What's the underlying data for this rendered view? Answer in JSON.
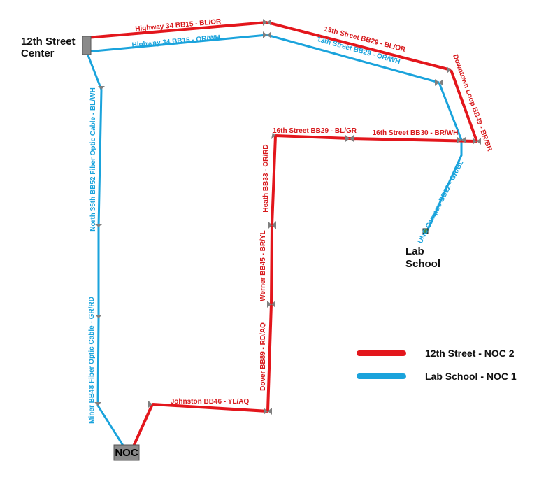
{
  "places": {
    "twelfth_street_line1": "12th Street",
    "twelfth_street_line2": "Center",
    "lab_school_line1": "Lab",
    "lab_school_line2": "School",
    "noc": "NOC"
  },
  "colors": {
    "red_route": "#e3161c",
    "blue_route": "#1aa3dc",
    "node_gray": "#8a8a8a",
    "marker_gray": "#7f7f7f"
  },
  "routes": [
    {
      "id": "red",
      "name": "12th Street - NOC 2"
    },
    {
      "id": "blue",
      "name": "Lab School - NOC 1"
    }
  ],
  "legend": [
    {
      "label": "12th Street - NOC 2",
      "color": "#e3161c"
    },
    {
      "label": "Lab School - NOC 1",
      "color": "#1aa3dc"
    }
  ],
  "segment_labels": [
    {
      "text": "Highway 34 BB15 - BL/OR",
      "route": "red"
    },
    {
      "text": "Highway 34 BB15 - OR/WH",
      "route": "blue"
    },
    {
      "text": "13th Street BB29 - BL/OR",
      "route": "red"
    },
    {
      "text": "13th Street BB29 - OR/WH",
      "route": "blue"
    },
    {
      "text": "Downtown Loop BB49 - BR/BR",
      "route": "red"
    },
    {
      "text": "16th Street BB29 - BL/GR",
      "route": "red"
    },
    {
      "text": "16th Street BB30 - BR/WH",
      "route": "red"
    },
    {
      "text": "UNC Campus BB22 - GR/BL",
      "route": "blue"
    },
    {
      "text": "Heath BB33 - OR/RD",
      "route": "red"
    },
    {
      "text": "Werner BB45 - BR/YL",
      "route": "red"
    },
    {
      "text": "Dover BB89 - RD/AQ",
      "route": "red"
    },
    {
      "text": "Johnston BB46 - YL/AQ",
      "route": "red"
    },
    {
      "text": "North 35th BB52 Fiber Optic Cable - BL/WH",
      "route": "blue"
    },
    {
      "text": "Miner BB48 Fiber Optic Cable - GR/RD",
      "route": "blue"
    }
  ]
}
